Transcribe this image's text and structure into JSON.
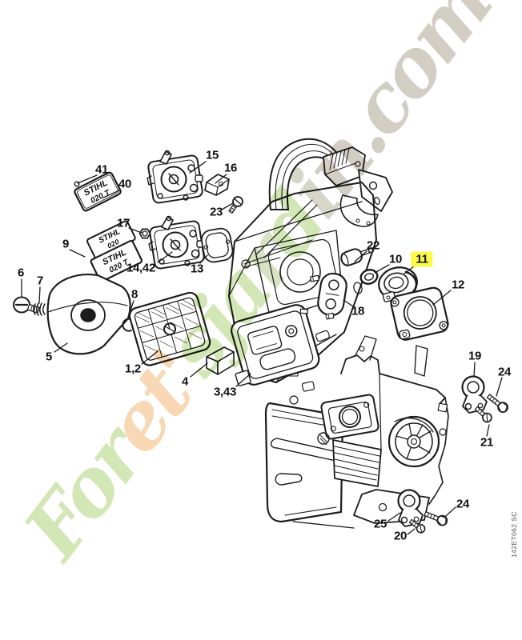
{
  "diagram": {
    "drawing_code": "142ET062 SC",
    "highlight_color": "#fbfb45",
    "callouts": [
      {
        "label": "41",
        "highlighted": false
      },
      {
        "label": "40",
        "highlighted": false
      },
      {
        "label": "15",
        "highlighted": false
      },
      {
        "label": "16",
        "highlighted": false
      },
      {
        "label": "23",
        "highlighted": false
      },
      {
        "label": "17",
        "highlighted": false
      },
      {
        "label": "9",
        "highlighted": false
      },
      {
        "label": "14,42",
        "highlighted": false
      },
      {
        "label": "13",
        "highlighted": false
      },
      {
        "label": "6",
        "highlighted": false
      },
      {
        "label": "7",
        "highlighted": false
      },
      {
        "label": "8",
        "highlighted": false
      },
      {
        "label": "5",
        "highlighted": false
      },
      {
        "label": "1,2",
        "highlighted": false
      },
      {
        "label": "4",
        "highlighted": false
      },
      {
        "label": "3,43",
        "highlighted": false
      },
      {
        "label": "22",
        "highlighted": false
      },
      {
        "label": "10",
        "highlighted": false
      },
      {
        "label": "11",
        "highlighted": true
      },
      {
        "label": "12",
        "highlighted": false
      },
      {
        "label": "18",
        "highlighted": false
      },
      {
        "label": "19",
        "highlighted": false
      },
      {
        "label": "24",
        "highlighted": false
      },
      {
        "label": "21",
        "highlighted": false
      },
      {
        "label": "25",
        "highlighted": false
      },
      {
        "label": "24",
        "highlighted": false
      },
      {
        "label": "20",
        "highlighted": false
      }
    ],
    "nameplates": {
      "plate_40": {
        "line1": "STIHL",
        "line2": "020 T"
      },
      "plate_9_top": {
        "line1": "STIHL",
        "line2": "020"
      },
      "plate_9_bottom": {
        "line1": "STIHL",
        "line2": "020 T"
      }
    }
  },
  "watermark": {
    "text": "Foret'sjardin.com",
    "letters": [
      {
        "ch": "F",
        "color": "#b6d887"
      },
      {
        "ch": "o",
        "color": "#b6d887"
      },
      {
        "ch": "r",
        "color": "#b6d887"
      },
      {
        "ch": "e",
        "color": "#f3bf85"
      },
      {
        "ch": "t",
        "color": "#f3bf85"
      },
      {
        "ch": "'",
        "color": "#f3bf85"
      },
      {
        "ch": "s",
        "color": "#b6d887"
      },
      {
        "ch": "j",
        "color": "#b6d887"
      },
      {
        "ch": "a",
        "color": "#b6d887"
      },
      {
        "ch": "r",
        "color": "#c0ceA0"
      },
      {
        "ch": "d",
        "color": "#b6d887"
      },
      {
        "ch": "i",
        "color": "#bdbfa8"
      },
      {
        "ch": "n",
        "color": "#b8b0a0"
      },
      {
        "ch": ".",
        "color": "#b8b0a0"
      },
      {
        "ch": "c",
        "color": "#b8b0a0"
      },
      {
        "ch": "o",
        "color": "#b8b0a0"
      },
      {
        "ch": "m",
        "color": "#b8b0a0"
      }
    ]
  }
}
